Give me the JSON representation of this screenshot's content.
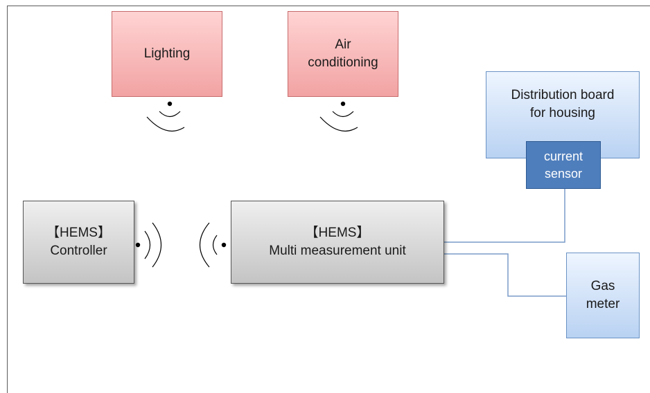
{
  "devices": {
    "lighting": {
      "label": "Lighting"
    },
    "air_conditioning": {
      "line1": "Air",
      "line2": "conditioning"
    },
    "distribution_board": {
      "line1": "Distribution board",
      "line2": "for housing"
    },
    "current_sensor": {
      "line1": "current",
      "line2": "sensor"
    },
    "controller": {
      "line1": "【HEMS】",
      "line2": "Controller"
    },
    "multi_unit": {
      "line1": "【HEMS】",
      "line2": "Multi measurement unit"
    },
    "gas_meter": {
      "line1": "Gas",
      "line2": "meter"
    }
  },
  "colors": {
    "appliance_fill": "#f2a3a3",
    "hems_fill": "#c4c4c4",
    "meter_fill": "#b9d2f2",
    "sensor_fill": "#4f7ebc",
    "wire": "#7a9cc8"
  }
}
